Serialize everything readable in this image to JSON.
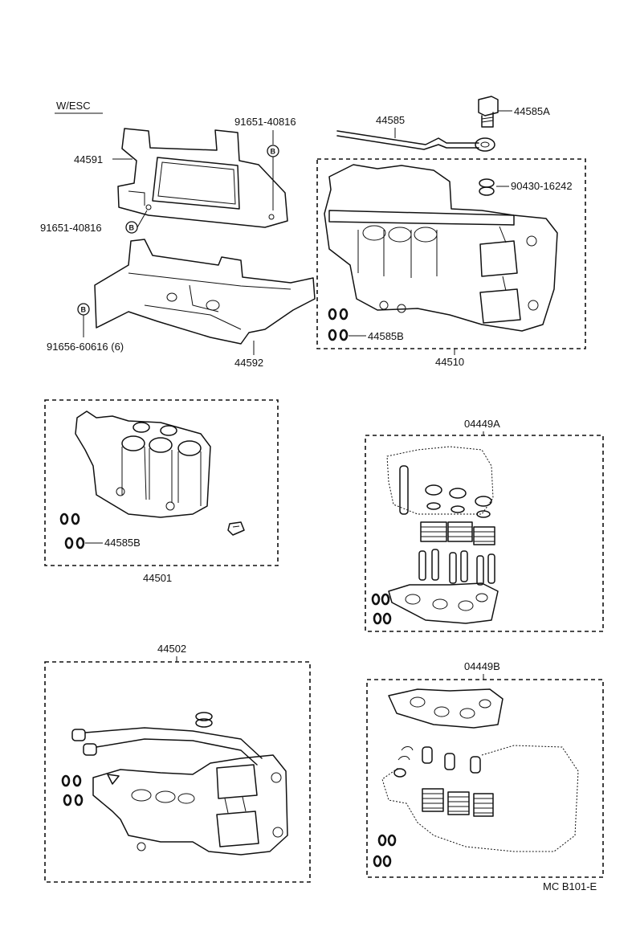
{
  "labels": {
    "w_esc": "W/ESC",
    "p44585": "44585",
    "p44585A": "44585A",
    "p91651_top": "91651-40816",
    "p44591": "44591",
    "p90430": "90430-16242",
    "p91651_left": "91651-40816",
    "p91656": "91656-60616 (6)",
    "p44585B_top": "44585B",
    "p44592": "44592",
    "p44510": "44510",
    "p44501": "44501",
    "p44585B_mid": "44585B",
    "p04449A": "04449A",
    "p44502": "44502",
    "p04449B": "04449B",
    "footer": "MC  B101-E"
  },
  "markers": {
    "b_top": "B",
    "b_left": "B",
    "b_bottom": "B"
  }
}
